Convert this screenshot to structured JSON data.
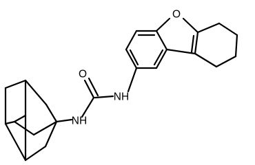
{
  "molecule": {
    "atoms": {
      "ring_oxygen": "O",
      "carbonyl_oxygen": "O",
      "aryl_nh": "NH",
      "adamantyl_nh": "NH"
    }
  }
}
